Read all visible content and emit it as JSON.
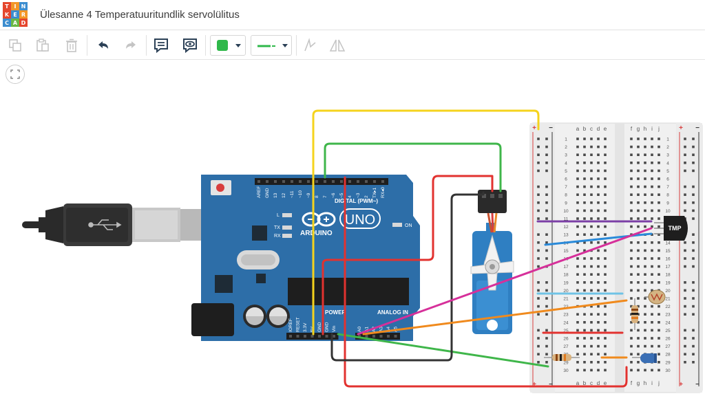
{
  "app": {
    "title": "Ülesanne 4 Temperatuuritundlik servolülitus",
    "logo_letters": [
      "T",
      "I",
      "N",
      "K",
      "E",
      "R",
      "C",
      "A",
      "D"
    ],
    "logo_colors": [
      "#e5462d",
      "#f29627",
      "#3c8dcf",
      "#e5462d",
      "#3c8dcf",
      "#f29627",
      "#3c8dcf",
      "#6bb844",
      "#e5462d"
    ]
  },
  "toolbar": {
    "copy_icon": "copy-icon",
    "paste_icon": "paste-icon",
    "delete_icon": "trash-icon",
    "undo_icon": "undo-icon",
    "redo_icon": "redo-icon",
    "note_icon": "note-icon",
    "notes_toggle_icon": "notes-visibility-icon",
    "fill_color": "#2fb84a",
    "wire_color": "#2fb84a",
    "rotate_icon": "rotate-icon",
    "flip_icon": "flip-icon"
  },
  "board": {
    "uno_label": "UNO",
    "arduino_label": "ARDUINO",
    "digital_label": "DIGITAL (PWM~)",
    "power_label": "POWER",
    "analog_label": "ANALOG IN",
    "on_label": "ON",
    "l_label": "L",
    "tx_label": "TX",
    "rx_label": "RX",
    "top_pins": [
      "AREF",
      "GND",
      "13",
      "12",
      "~11",
      "~10",
      "~9",
      "8",
      "7",
      "~6",
      "~5",
      "4",
      "~3",
      "2",
      "TX▸1",
      "RX◂0"
    ],
    "power_pins": [
      "IOREF",
      "RESET",
      "3.3V",
      "5V",
      "GND",
      "GND",
      "Vin"
    ],
    "analog_pins": [
      "A0",
      "A1",
      "A2",
      "A3",
      "A4",
      "A5"
    ]
  },
  "breadboard": {
    "col_labels_left": [
      "a",
      "b",
      "c",
      "d",
      "e"
    ],
    "col_labels_right": [
      "f",
      "g",
      "h",
      "i",
      "j"
    ],
    "rows": [
      "1",
      "2",
      "3",
      "4",
      "5",
      "6",
      "7",
      "8",
      "9",
      "10",
      "11",
      "12",
      "13",
      "14",
      "15",
      "16",
      "17",
      "18",
      "19",
      "20",
      "21",
      "22",
      "23",
      "24",
      "25",
      "26",
      "27",
      "28",
      "29",
      "30"
    ],
    "plus": "+",
    "minus": "−"
  },
  "sensor": {
    "label": "TMP"
  },
  "colors": {
    "board": "#2d6ea8",
    "wire_yellow": "#f5d31c",
    "wire_green": "#3fb64a",
    "wire_red": "#e2322f",
    "wire_black": "#333333",
    "wire_purple": "#7b3fa6",
    "wire_blue": "#2a8ad9",
    "wire_magenta": "#d6309a",
    "wire_orange": "#f08a1d",
    "wire_lightblue": "#6fc3e6"
  }
}
